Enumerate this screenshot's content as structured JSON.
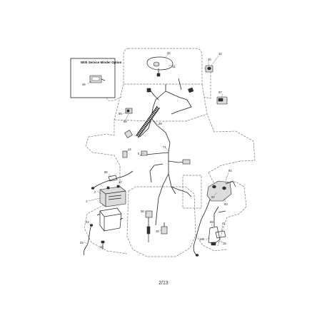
{
  "inset": {
    "title": "With Service Minder Option",
    "part_number": "46"
  },
  "callouts": [
    {
      "id": "c33",
      "text": "33"
    },
    {
      "id": "c30",
      "text": "30"
    },
    {
      "id": "c32",
      "text": "32"
    },
    {
      "id": "c31",
      "text": "31"
    },
    {
      "id": "c97",
      "text": "97"
    },
    {
      "id": "c95",
      "text": "95"
    },
    {
      "id": "c28",
      "text": "28"
    },
    {
      "id": "c88",
      "text": "88"
    },
    {
      "id": "c14",
      "text": "14"
    },
    {
      "id": "c71",
      "text": "71"
    },
    {
      "id": "c5",
      "text": "5"
    },
    {
      "id": "c86",
      "text": "86"
    },
    {
      "id": "c27",
      "text": "27"
    },
    {
      "id": "c1",
      "text": "1"
    },
    {
      "id": "c94",
      "text": "94"
    },
    {
      "id": "c93",
      "text": "93"
    },
    {
      "id": "c92",
      "text": "92"
    },
    {
      "id": "c2",
      "text": "2"
    },
    {
      "id": "c22",
      "text": "22"
    },
    {
      "id": "c36",
      "text": "36"
    },
    {
      "id": "c29",
      "text": "29"
    },
    {
      "id": "c23",
      "text": "23"
    },
    {
      "id": "c16",
      "text": "16"
    },
    {
      "id": "c99",
      "text": "99"
    },
    {
      "id": "c41",
      "text": "41"
    },
    {
      "id": "c198",
      "text": "198"
    },
    {
      "id": "c18",
      "text": "18"
    }
  ],
  "page_number": "2/13"
}
